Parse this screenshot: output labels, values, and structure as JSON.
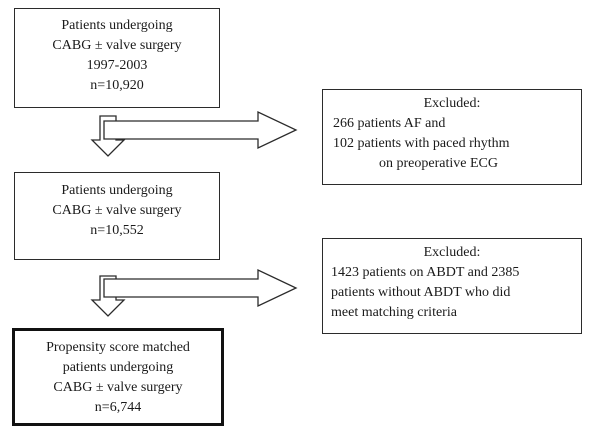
{
  "flowchart": {
    "box1": {
      "lines": [
        "Patients undergoing",
        "CABG ± valve surgery",
        "1997-2003",
        "n=10,920"
      ]
    },
    "excluded1": {
      "lines": [
        "Excluded:",
        "266 patients AF and",
        "102 patients with paced rhythm",
        "on preoperative ECG"
      ]
    },
    "box2": {
      "lines": [
        "Patients undergoing",
        "CABG ± valve surgery",
        "n=10,552"
      ]
    },
    "excluded2": {
      "lines": [
        "Excluded:",
        "1423 patients on ABDT and 2385",
        "patients without ABDT who did",
        "meet matching criteria"
      ]
    },
    "box3": {
      "lines": [
        "Propensity score matched",
        "patients undergoing",
        "CABG ± valve surgery",
        "n=6,744"
      ]
    }
  }
}
